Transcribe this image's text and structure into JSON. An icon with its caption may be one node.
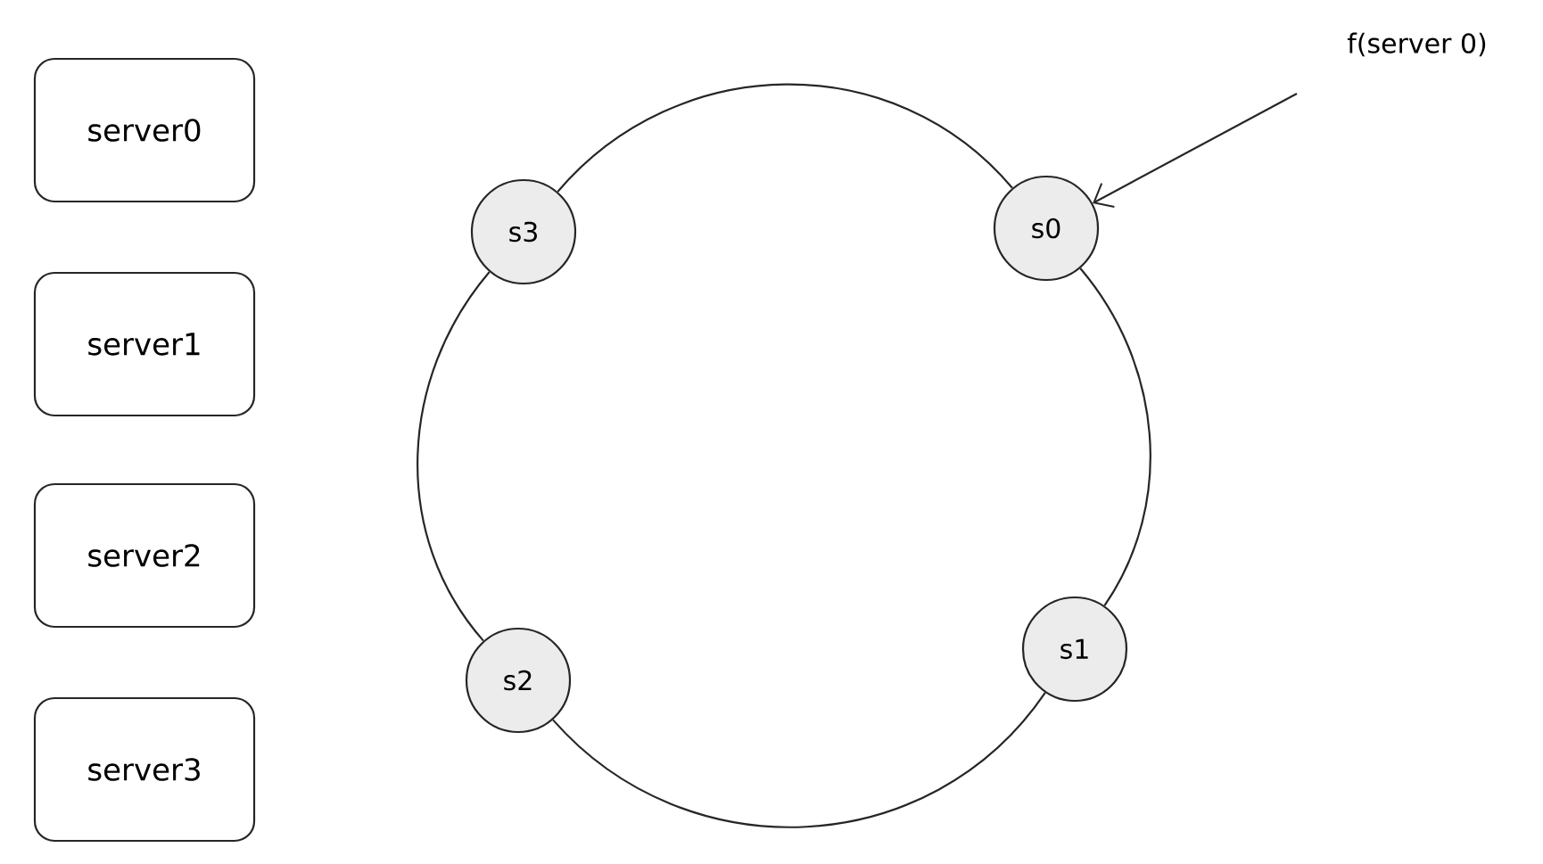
{
  "diagram": {
    "nodes": [
      {
        "text": [
          "server0"
        ]
      },
      {
        "text": [
          "server1"
        ]
      },
      {
        "text": [
          "server2"
        ]
      },
      {
        "text": [
          "server3"
        ]
      },
      {
        "text": [
          "s3"
        ]
      },
      {
        "text": [
          "s0"
        ]
      },
      {
        "text": [
          "s1"
        ]
      },
      {
        "text": [
          "s2"
        ]
      },
      {
        "text": [
          "f(server 0)"
        ]
      }
    ],
    "edges": [
      {
        "from": 5,
        "to": 6,
        "arrow": "none"
      },
      {
        "from": 6,
        "to": 7,
        "arrow": "none"
      },
      {
        "from": 7,
        "to": 4,
        "arrow": "none"
      },
      {
        "from": 4,
        "to": 5,
        "arrow": "none"
      },
      {
        "from": 8,
        "to": 5,
        "arrow": "to"
      }
    ]
  }
}
